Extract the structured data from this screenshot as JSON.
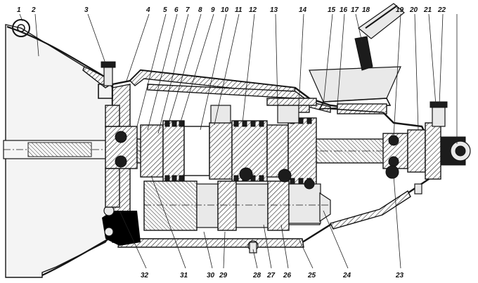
{
  "labels": {
    "top": [
      "1",
      "2",
      "3",
      "4",
      "5",
      "6",
      "7",
      "8",
      "9",
      "10",
      "11",
      "12",
      "13",
      "14",
      "15",
      "16",
      "17",
      "18",
      "19",
      "20",
      "21",
      "22"
    ],
    "bottom": [
      "32",
      "31",
      "30",
      "29",
      "28",
      "27",
      "26",
      "25",
      "24",
      "23"
    ]
  }
}
